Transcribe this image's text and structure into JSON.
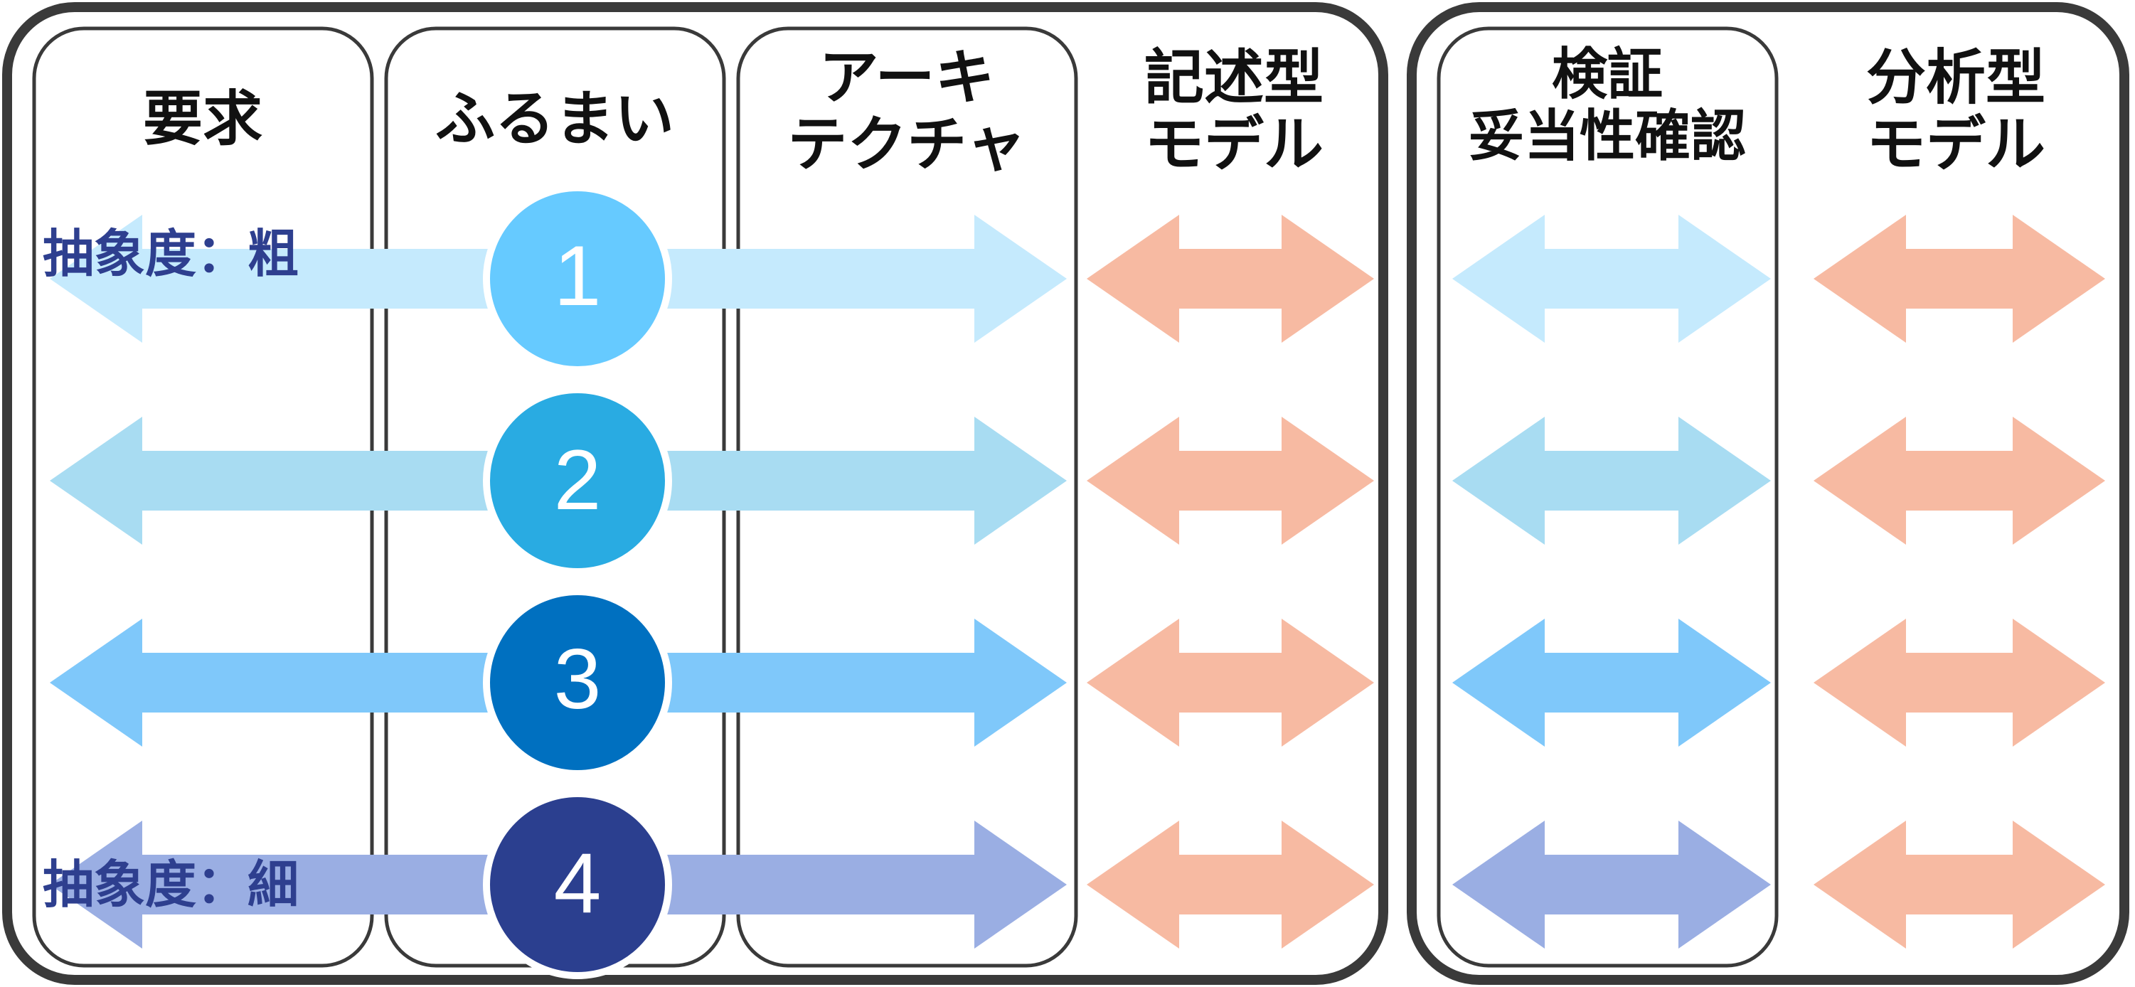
{
  "group_left": {
    "columns": [
      {
        "key": "requirements",
        "label": "要求"
      },
      {
        "key": "behavior",
        "label": "ふるまい"
      },
      {
        "key": "architecture",
        "label": "アーキ\nテクチャ"
      },
      {
        "key": "descriptive_model",
        "label": "記述型\nモデル"
      }
    ]
  },
  "group_right": {
    "columns": [
      {
        "key": "verification",
        "label": "検証\n妥当性確認"
      },
      {
        "key": "analytical_model",
        "label": "分析型\nモデル"
      }
    ]
  },
  "levels": [
    {
      "number": "1",
      "circle_color": "#66caff",
      "arrow_color": "#c5eafd"
    },
    {
      "number": "2",
      "circle_color": "#29abe2",
      "arrow_color": "#a8dcf2"
    },
    {
      "number": "3",
      "circle_color": "#0070c0",
      "arrow_color": "#7fc8fa"
    },
    {
      "number": "4",
      "circle_color": "#2b3f8f",
      "arrow_color": "#9aaee3"
    }
  ],
  "salmon_arrow_color": "#f7baa2",
  "abstraction_labels": {
    "coarse": "抽象度：粗",
    "fine": "抽象度：細"
  }
}
